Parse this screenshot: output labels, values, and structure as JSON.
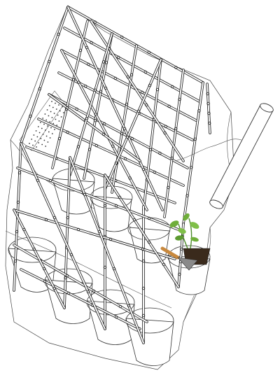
{
  "colors": {
    "line": "#222222",
    "background": "#ffffff",
    "leaf": "#6fae3a",
    "soil": "#3a2a1c",
    "trowel_handle": "#c8893e",
    "trowel_blade": "#8a8a8a"
  },
  "icons": [
    "bamboo-frame",
    "mesh-netting",
    "plant-pot",
    "seedling",
    "trowel",
    "rolled-canvas",
    "drainage-holes"
  ]
}
